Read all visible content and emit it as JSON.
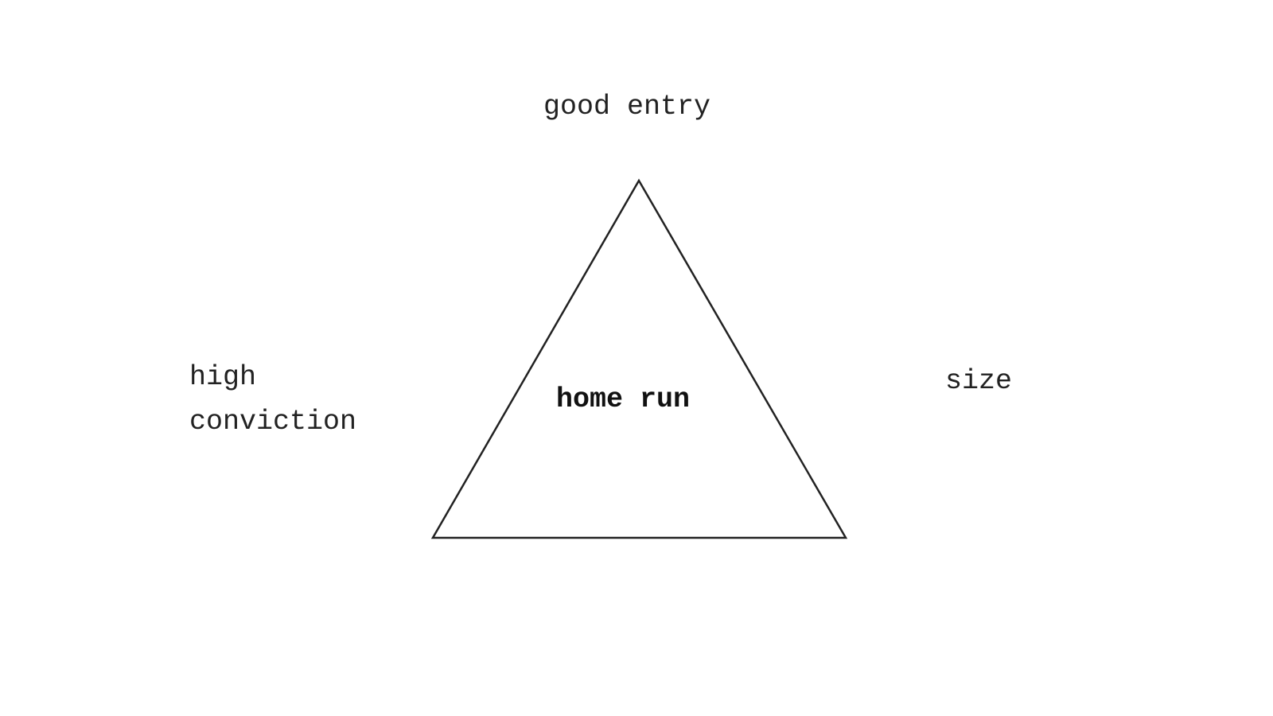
{
  "diagram": {
    "top_label": "good entry",
    "left_label": {
      "line1": "high",
      "line2": "conviction"
    },
    "right_label": "size",
    "center_label": "home run",
    "stroke_color": "#222222",
    "background_color": "#ffffff"
  }
}
